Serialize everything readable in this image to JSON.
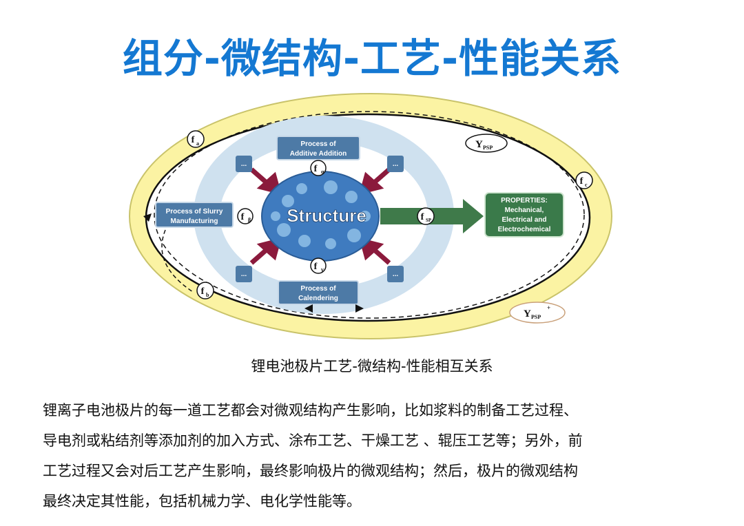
{
  "title": "组分-微结构-工艺-性能关系",
  "diagram": {
    "center": "Structure",
    "process_additive": [
      "Process of",
      "Additive Addition"
    ],
    "process_slurry": [
      "Process of Slurry",
      "Manufacturing"
    ],
    "process_calendering": [
      "Process of",
      "Calendering"
    ],
    "properties": [
      "PROPERTIES:",
      "Mechanical,",
      "Electrical and",
      "Electrochemical"
    ],
    "ellipsis": "...",
    "f_a": "a",
    "f_b": "b",
    "f_c": "c",
    "f_alpha": "α",
    "f_beta": "β",
    "f_gamma": "γ",
    "f_sp": "SP",
    "f_letter": "f",
    "y_psp": "Y",
    "y_psp_sub": "PSP",
    "y_psp_plus": "Y",
    "y_psp_plus_sub": "PSP",
    "y_psp_plus_sup": "+"
  },
  "caption": "锂电池极片工艺-微结构-性能相互关系",
  "paragraph_lines": [
    "锂离子电池极片的每一道工艺都会对微观结构产生影响，比如浆料的制备工艺过程、",
    "导电剂或粘结剂等添加剂的加入方式、涂布工艺、干燥工艺 、辊压工艺等；另外，前",
    "工艺过程又会对后工艺产生影响，最终影响极片的微观结构；然后，极片的微观结构",
    "最终决定其性能，包括机械力学、电化学性能等。"
  ]
}
